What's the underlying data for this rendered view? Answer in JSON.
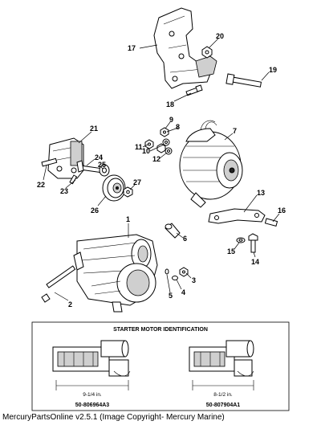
{
  "callouts": [
    "1",
    "2",
    "3",
    "4",
    "5",
    "6",
    "7",
    "8",
    "9",
    "10",
    "11",
    "12",
    "13",
    "14",
    "15",
    "16",
    "17",
    "18",
    "19",
    "20",
    "21",
    "22",
    "23",
    "24",
    "25",
    "26",
    "27"
  ],
  "identification_box": {
    "title": "STARTER MOTOR IDENTIFICATION",
    "left": {
      "dimension": "9-1/4 in.",
      "part_number": "50-806964A3"
    },
    "right": {
      "dimension": "8-1/2 in.",
      "part_number": "50-807904A1"
    }
  },
  "footer": "MercuryPartsOnline v2.5.1 (Image Copyright- Mercury Marine)"
}
